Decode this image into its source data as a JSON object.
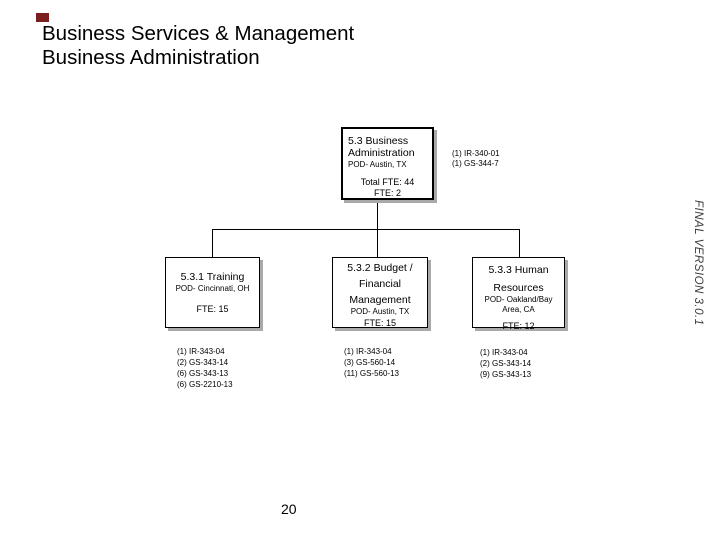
{
  "page": {
    "title_line1": "Business Services & Management",
    "title_line2": "Business Administration",
    "version_label": "FINAL VERSION 3.0.1",
    "page_number": "20",
    "accent_square_color": "#7b1e1e"
  },
  "org": {
    "root": {
      "name_line1": "5.3 Business",
      "name_line2": "Administration",
      "pod": "POD- Austin, TX",
      "total_fte": "Total FTE: 44",
      "fte": "FTE: 2",
      "codes": [
        "(1) IR-340-01",
        "(1) GS-344-7"
      ]
    },
    "children": [
      {
        "name_lines": [
          "5.3.1 Training"
        ],
        "pod_lines": [
          "POD- Cincinnati, OH"
        ],
        "fte": "FTE: 15",
        "codes": [
          "(1) IR-343-04",
          "(2) GS-343-14",
          "(6) GS-343-13",
          "(6) GS-2210-13"
        ]
      },
      {
        "name_lines": [
          "5.3.2 Budget /",
          "Financial",
          "Management"
        ],
        "pod_lines": [
          "POD- Austin, TX"
        ],
        "fte": "FTE: 15",
        "codes": [
          "(1) IR-343-04",
          "(3) GS-560-14",
          "(11) GS-560-13"
        ]
      },
      {
        "name_lines": [
          "5.3.3 Human",
          "Resources"
        ],
        "pod_lines": [
          "POD- Oakland/Bay",
          "Area, CA"
        ],
        "fte": "FTE: 12",
        "codes": [
          "(1) IR-343-04",
          "(2) GS-343-14",
          "(9) GS-343-13"
        ]
      }
    ]
  }
}
